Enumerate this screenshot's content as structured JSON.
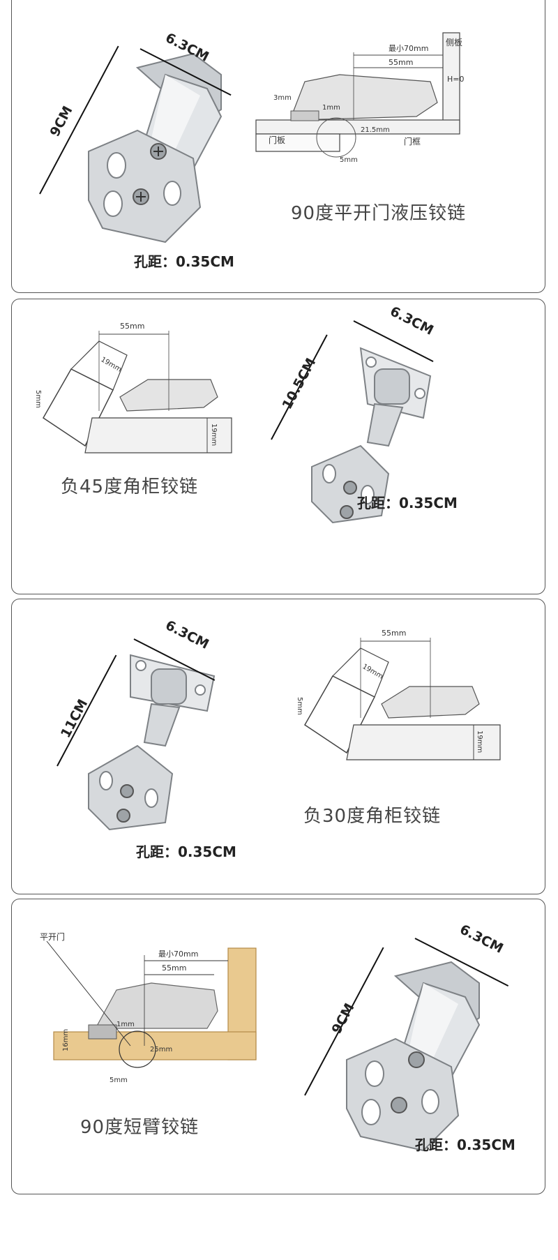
{
  "panels": [
    {
      "caption": "90度平开门液压铰链",
      "spacing": "孔距：0.35CM",
      "width_dim": "6.3CM",
      "height_dim": "9CM",
      "diagram": {
        "labels": [
          "最小70mm",
          "55mm",
          "侧板",
          "H=0",
          "3mm",
          "1mm",
          "门板",
          "21.5mm",
          "门框",
          "5mm"
        ]
      }
    },
    {
      "caption": "负45度角柜铰链",
      "spacing": "孔距：0.35CM",
      "width_dim": "6.3CM",
      "height_dim": "10.5CM",
      "diagram": {
        "labels": [
          "55mm",
          "19mm",
          "5mm",
          "19mm"
        ]
      }
    },
    {
      "caption": "负30度角柜铰链",
      "spacing": "孔距：0.35CM",
      "width_dim": "6.3CM",
      "height_dim": "11CM",
      "diagram": {
        "labels": [
          "55mm",
          "19mm",
          "5mm",
          "19mm"
        ]
      }
    },
    {
      "caption": "90度短臂铰链",
      "spacing": "孔距：0.35CM",
      "width_dim": "6.3CM",
      "height_dim": "9CM",
      "diagram": {
        "labels": [
          "平开门",
          "最小70mm",
          "55mm",
          "1mm",
          "16mm",
          "25mm",
          "5mm"
        ]
      }
    }
  ],
  "colors": {
    "steel_light": "#e6e8ea",
    "steel_mid": "#b9bdc1",
    "steel_dark": "#7d8185",
    "wood": "#e9c98f",
    "wood_dark": "#d9b06a",
    "border": "#555555"
  }
}
